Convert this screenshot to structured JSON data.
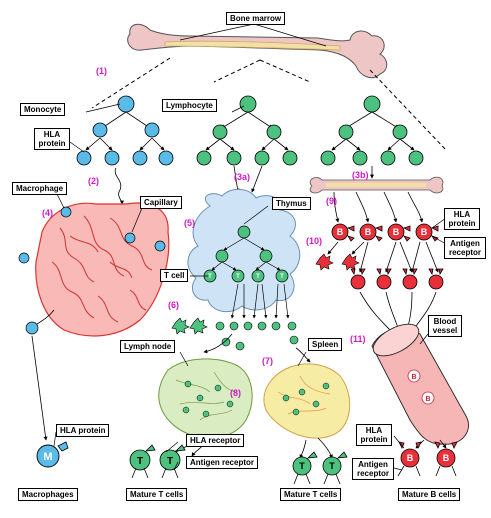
{
  "labels": {
    "bone_marrow": "Bone marrow",
    "monocyte": "Monocyte",
    "lymphocyte": "Lymphocyte",
    "hla_protein_1": "HLA protein",
    "macrophage": "Macrophage",
    "capillary": "Capillary",
    "thymus": "Thymus",
    "t_cell": "T cell",
    "hla_protein_2": "HLA protein",
    "antigen_receptor_1": "Antigen receptor",
    "lymph_node": "Lymph node",
    "spleen": "Spleen",
    "blood_vessel": "Blood vessel",
    "hla_protein_3": "HLA protein",
    "hla_receptor": "HLA receptor",
    "antigen_receptor_2": "Antigen receptor",
    "hla_protein_4": "HLA protein",
    "antigen_receptor_3": "Antigen receptor",
    "macrophages": "Macrophages",
    "mature_t_cells_1": "Mature T cells",
    "mature_t_cells_2": "Mature T cells",
    "mature_b_cells": "Mature B cells"
  },
  "steps": {
    "s1": "(1)",
    "s2": "(2)",
    "s3a": "(3a)",
    "s3b": "(3b)",
    "s4": "(4)",
    "s5": "(5)",
    "s6": "(6)",
    "s7": "(7)",
    "s8": "(8)",
    "s9": "(9)",
    "s10": "(10)",
    "s11": "(11)"
  },
  "cell_letters": {
    "macrophage": "M",
    "t_cell": "T",
    "b_cell": "B"
  },
  "colors": {
    "monocyte_fill": "#5bbbe8",
    "lymphocyte_fill": "#4cc27e",
    "b_cell_fill": "#e8303a",
    "bone_fill": "#eec6c6",
    "marrow_fill": "#f3e0a5",
    "capillary_fill": "#f9b9b6",
    "thymus_fill": "#cfe3f6",
    "lymph_node_fill": "#d9ecc2",
    "spleen_fill": "#f7eca3",
    "vessel_fill": "#f7b6b6",
    "step_number_color": "#d418c8"
  }
}
